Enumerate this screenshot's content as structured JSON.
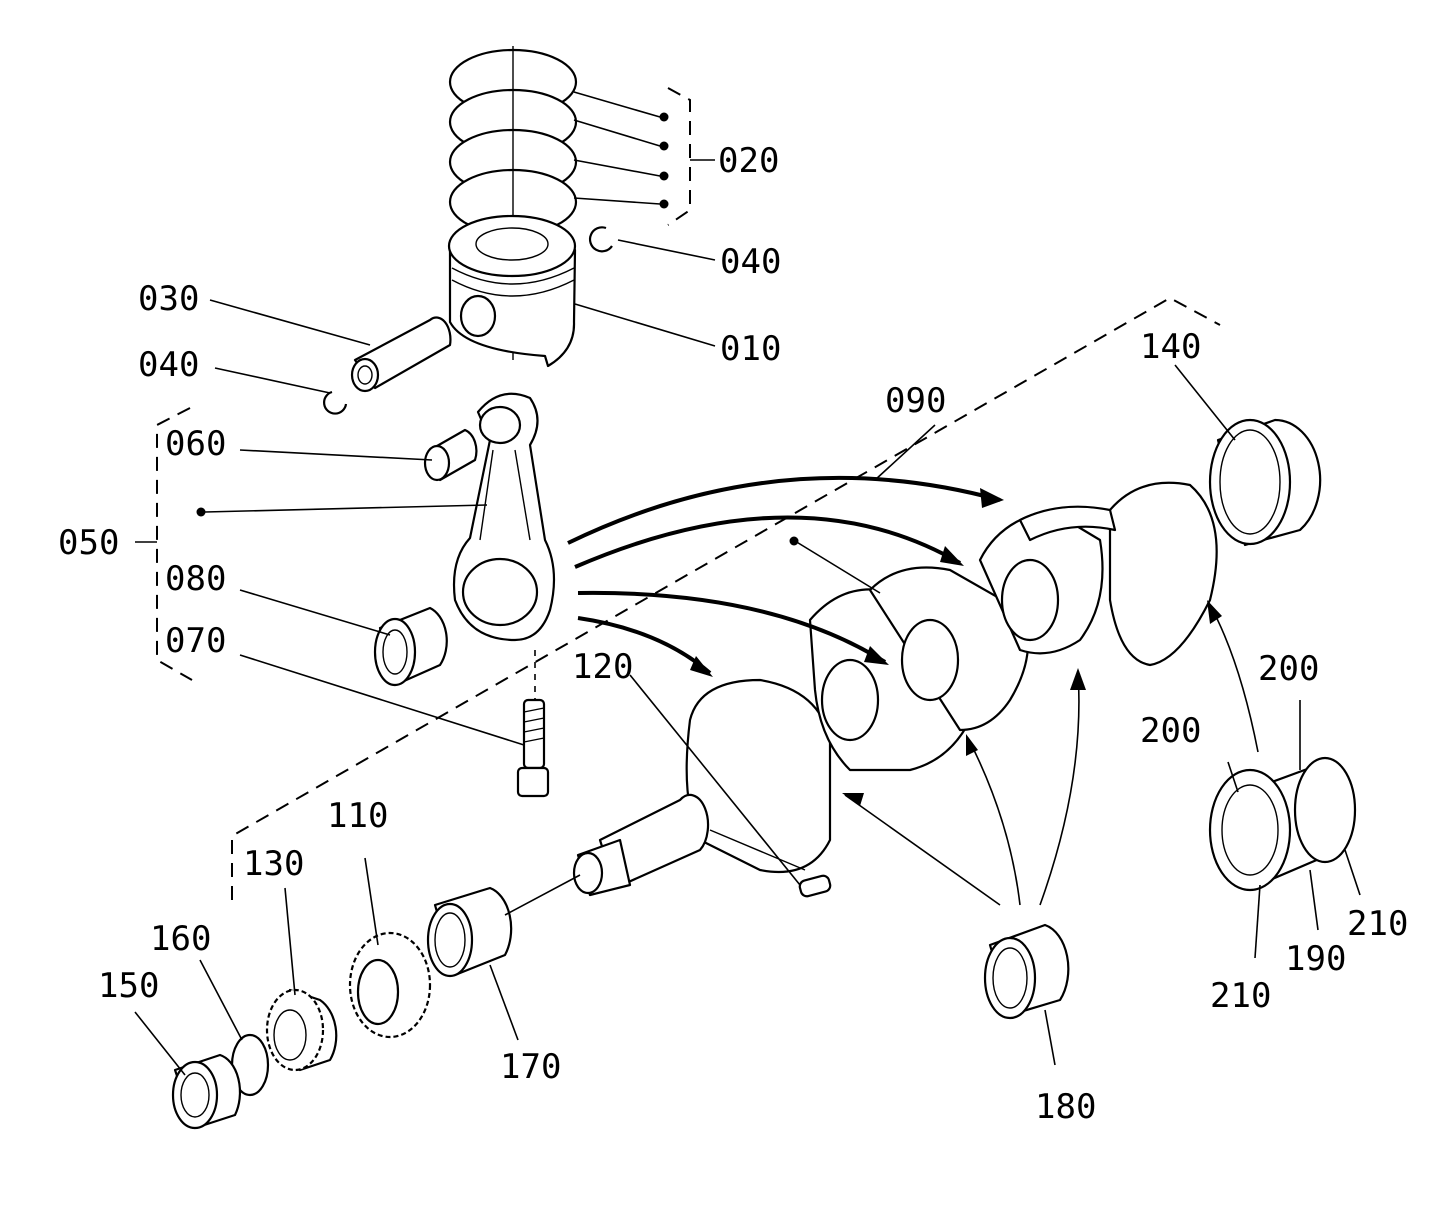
{
  "callouts": {
    "c010": "010",
    "c020": "020",
    "c030": "030",
    "c040a": "040",
    "c040b": "040",
    "c050": "050",
    "c060": "060",
    "c070": "070",
    "c080": "080",
    "c090": "090",
    "c110": "110",
    "c120": "120",
    "c130": "130",
    "c140": "140",
    "c150": "150",
    "c160": "160",
    "c170": "170",
    "c180": "180",
    "c190": "190",
    "c200a": "200",
    "c200b": "200",
    "c210a": "210",
    "c210b": "210"
  },
  "colors": {
    "line": "#000000",
    "background": "#ffffff"
  }
}
